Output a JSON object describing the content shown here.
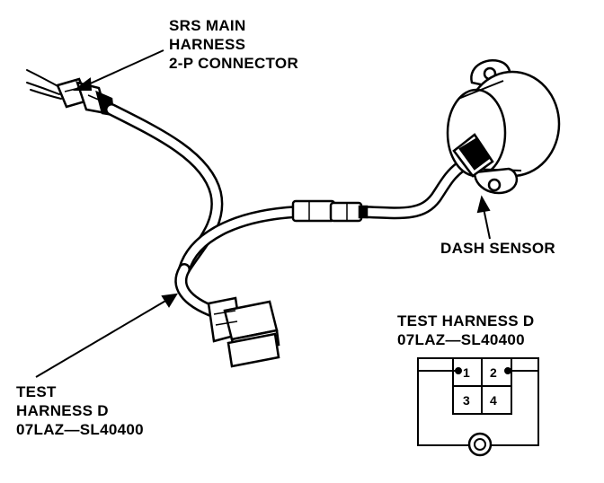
{
  "labels": {
    "srs_connector": [
      "SRS MAIN",
      "HARNESS",
      "2-P CONNECTOR"
    ],
    "dash_sensor": "DASH SENSOR",
    "test_harness_left": [
      "TEST",
      "HARNESS D",
      "07LAZ—SL40400"
    ],
    "test_harness_schematic": [
      "TEST HARNESS D",
      "07LAZ—SL40400"
    ]
  },
  "schematic_pins": [
    "1",
    "2",
    "3",
    "4"
  ],
  "colors": {
    "ink": "#000000",
    "paper": "#ffffff"
  }
}
